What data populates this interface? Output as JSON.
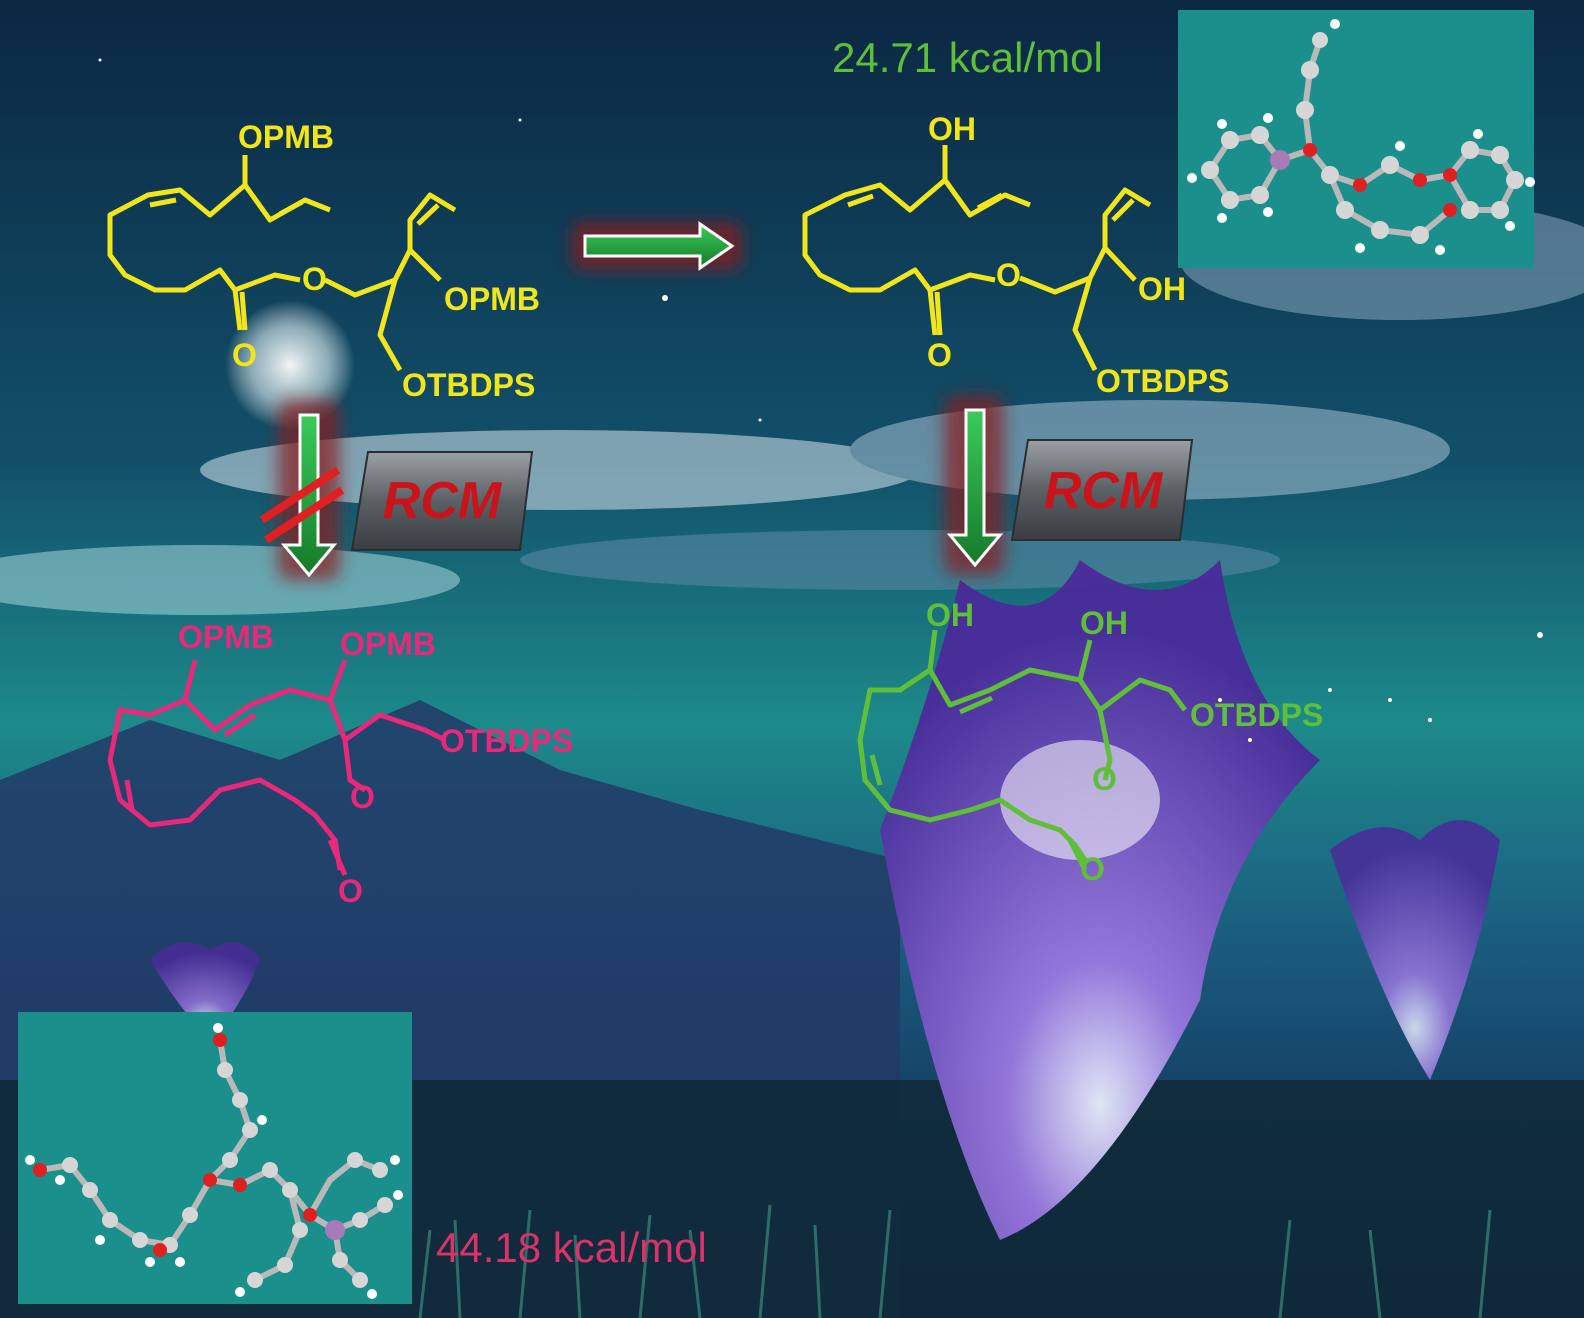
{
  "energies": {
    "top": "24.71 kcal/mol",
    "bottom": "44.18 kcal/mol"
  },
  "reaction": {
    "left_label": "RCM",
    "right_label": "RCM"
  },
  "molecules": {
    "start": {
      "opmb_top": "OPMB",
      "opmb_side": "OPMB",
      "otbdps": "OTBDPS",
      "o_ester": "O",
      "o_carbonyl": "O"
    },
    "diol": {
      "oh_top": "OH",
      "oh_side": "OH",
      "otbdps": "OTBDPS",
      "o_ester": "O",
      "o_carbonyl": "O"
    },
    "failed_product": {
      "opmb_1": "OPMB",
      "opmb_2": "OPMB",
      "otbdps": "OTBDPS",
      "o_ester": "O",
      "o_carbonyl": "O"
    },
    "product": {
      "oh_1": "OH",
      "oh_2": "OH",
      "otbdps": "OTBDPS",
      "o_ester": "O",
      "o_carbonyl": "O"
    }
  },
  "colors": {
    "start": "#f2e61a",
    "failed": "#e8287a",
    "product": "#5fbf3a",
    "energy_top": "#5fbf3a",
    "energy_bottom": "#d8336a",
    "panel": "#1a8f8c",
    "arrow": "#1f9a3a",
    "rcm_text": "#c8141a"
  }
}
